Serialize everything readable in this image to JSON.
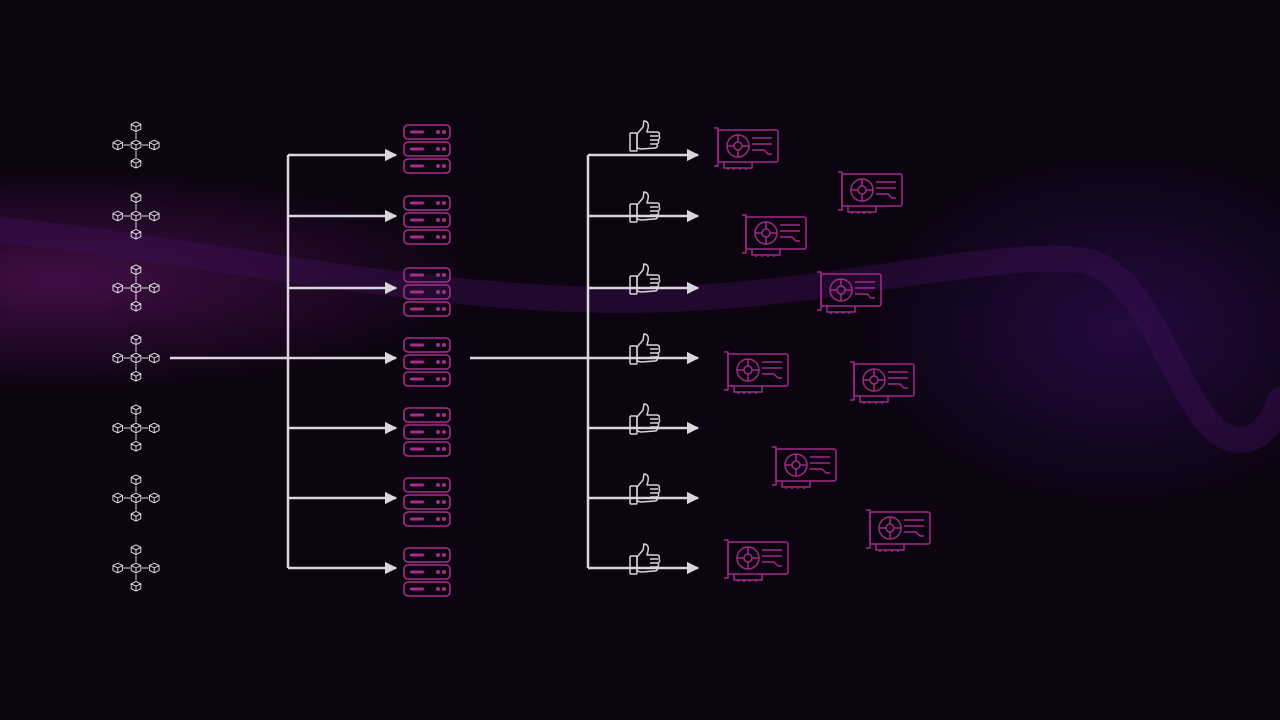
{
  "colors": {
    "background": "#0c0410",
    "line": "#d9d6dc",
    "cube": "#e4e1e8",
    "thumb": "#d6d3da",
    "server": "#a42e8c",
    "gpu": "#a02a88",
    "glow": "#5a1470"
  },
  "diagram": {
    "rows": 7,
    "source_row": 4,
    "blockchain_nodes": {
      "icon": "blockchain-cluster-icon",
      "count": 7
    },
    "servers": {
      "icon": "server-rack-icon",
      "count": 7
    },
    "approvals": {
      "icon": "thumbs-up-icon",
      "count": 7
    },
    "gpus": {
      "icon": "gpu-card-icon",
      "count": 9
    }
  }
}
